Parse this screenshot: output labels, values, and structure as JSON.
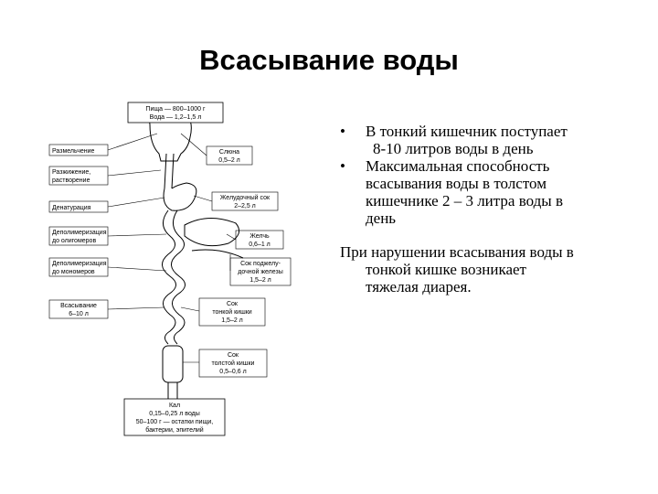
{
  "slide": {
    "title": "Всасывание воды",
    "bullets": [
      {
        "lines": [
          "В тонкий кишечник поступает",
          "8-10 литров воды в день"
        ]
      },
      {
        "lines": [
          "Максимальная способность",
          "всасывания воды в толстом",
          "кишечнике    2 – 3 литра воды в",
          "день"
        ]
      }
    ],
    "paragraph": [
      "При нарушении всасывания воды в",
      "тонкой кишке возникает",
      "тяжелая диарея."
    ],
    "bullet_symbol": "•"
  },
  "diagram": {
    "top_box": [
      "Пища — 800–1000 г",
      "Вода — 1,2–1,5 л"
    ],
    "left_labels": [
      [
        "Размельчение"
      ],
      [
        "Разжижение,",
        "растворение"
      ],
      [
        "Денатурация"
      ],
      [
        "Деполимеризация",
        "до олигомеров"
      ],
      [
        "Деполимеризация",
        "до мономеров"
      ],
      [
        "Всасывание",
        "6–10 л"
      ]
    ],
    "right_labels": [
      [
        "Слюна",
        "0,5–2 л"
      ],
      [
        "Желудочный сок",
        "2–2,5 л"
      ],
      [
        "Желчь",
        "0,6–1 л"
      ],
      [
        "Сок поджелу-",
        "дочной железы",
        "1,5–2 л"
      ],
      [
        "Сок",
        "тонкой кишки",
        "1,5–2 л"
      ],
      [
        "Сок",
        "толстой кишки",
        "0,5–0,6 л"
      ]
    ],
    "bottom_box": [
      "Кал",
      "0,15–0,25 л воды",
      "50–100 г — остатки пищи,",
      "бактерии, эпителий"
    ]
  }
}
